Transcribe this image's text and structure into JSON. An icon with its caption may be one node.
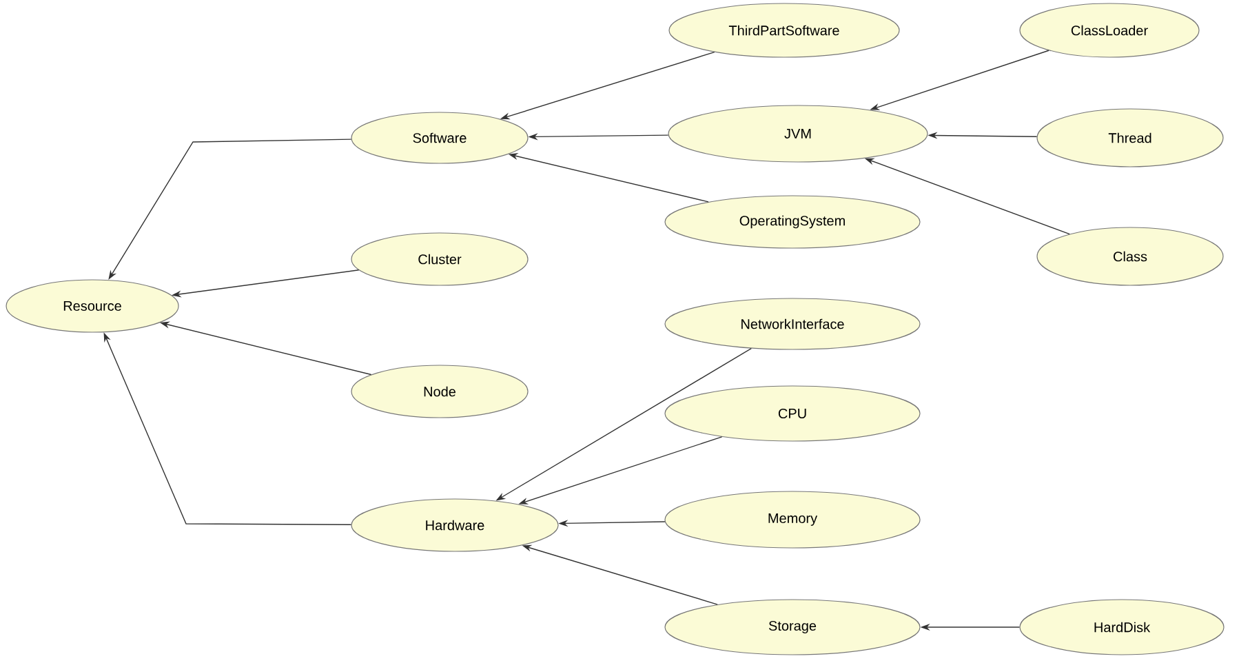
{
  "diagram": {
    "nodes": [
      {
        "text": [
          "Resource"
        ]
      },
      {
        "text": [
          "Software"
        ]
      },
      {
        "text": [
          "ThirdPartSoftware"
        ]
      },
      {
        "text": [
          "JVM"
        ]
      },
      {
        "text": [
          "ClassLoader"
        ]
      },
      {
        "text": [
          "Thread"
        ]
      },
      {
        "text": [
          "OperatingSystem"
        ]
      },
      {
        "text": [
          "Class"
        ]
      },
      {
        "text": [
          "Cluster"
        ]
      },
      {
        "text": [
          "Node"
        ]
      },
      {
        "text": [
          "NetworkInterface"
        ]
      },
      {
        "text": [
          "Hardware"
        ]
      },
      {
        "text": [
          "CPU"
        ]
      },
      {
        "text": [
          "Memory"
        ]
      },
      {
        "text": [
          "Storage"
        ]
      },
      {
        "text": [
          "HardDisk"
        ]
      }
    ],
    "edges": [
      {
        "from": 1,
        "to": 0,
        "arrow": "to"
      },
      {
        "from": 8,
        "to": 0,
        "arrow": "to"
      },
      {
        "from": 9,
        "to": 0,
        "arrow": "to"
      },
      {
        "from": 11,
        "to": 0,
        "arrow": "to"
      },
      {
        "from": 2,
        "to": 1,
        "arrow": "to"
      },
      {
        "from": 3,
        "to": 1,
        "arrow": "to"
      },
      {
        "from": 6,
        "to": 1,
        "arrow": "to"
      },
      {
        "from": 4,
        "to": 3,
        "arrow": "to"
      },
      {
        "from": 5,
        "to": 3,
        "arrow": "to"
      },
      {
        "from": 7,
        "to": 3,
        "arrow": "to"
      },
      {
        "from": 10,
        "to": 11,
        "arrow": "to"
      },
      {
        "from": 12,
        "to": 11,
        "arrow": "to"
      },
      {
        "from": 13,
        "to": 11,
        "arrow": "to"
      },
      {
        "from": 14,
        "to": 11,
        "arrow": "to"
      },
      {
        "from": 15,
        "to": 14,
        "arrow": "to"
      }
    ]
  }
}
